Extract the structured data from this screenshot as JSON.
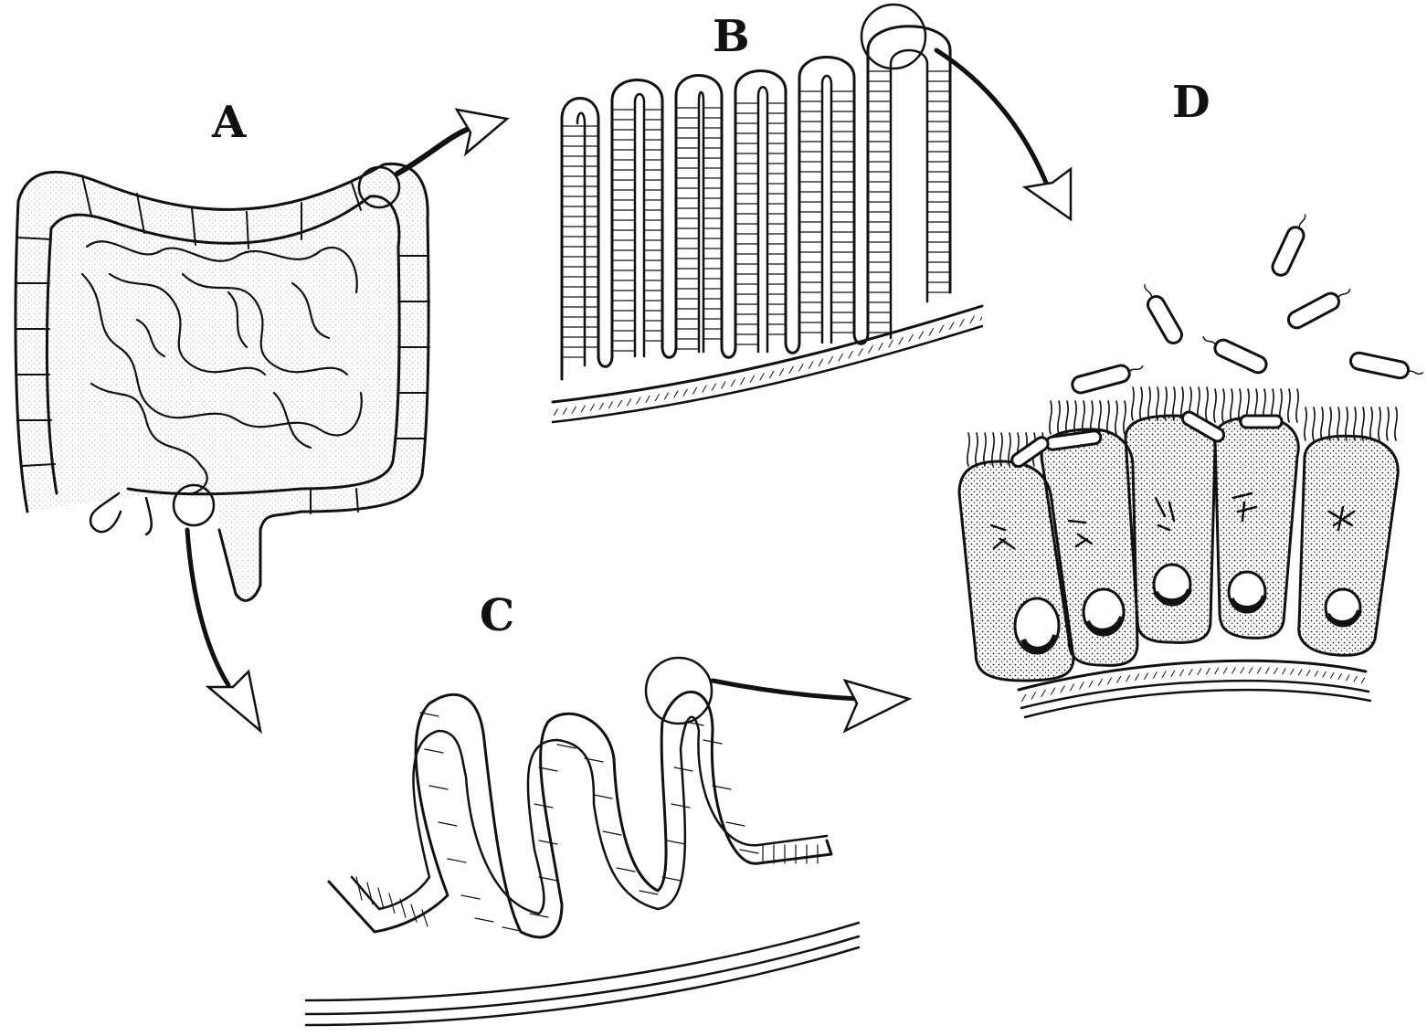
{
  "labels": {
    "a": "A",
    "b": "B",
    "c": "C",
    "d": "D"
  },
  "colors": {
    "ink": "#111111",
    "paper": "#ffffff"
  },
  "icons": {
    "arrow": "curved-hollow-arrow",
    "magnifier": "zoom-circle"
  }
}
